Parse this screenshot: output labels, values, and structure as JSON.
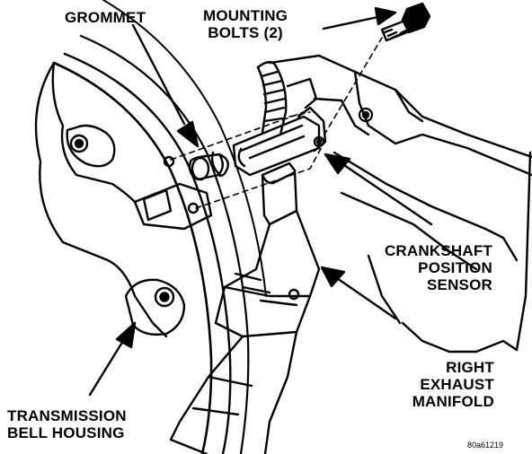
{
  "figure_code": "80a61219",
  "labels": {
    "grommet": "GROMMET",
    "mounting_bolts": [
      "MOUNTING",
      "BOLTS (2)"
    ],
    "crankshaft_sensor": [
      "CRANKSHAFT",
      "POSITION",
      "SENSOR"
    ],
    "exhaust_manifold": [
      "RIGHT",
      "EXHAUST",
      "MANIFOLD"
    ],
    "bell_housing": [
      "TRANSMISSION",
      "BELL HOUSING"
    ]
  }
}
